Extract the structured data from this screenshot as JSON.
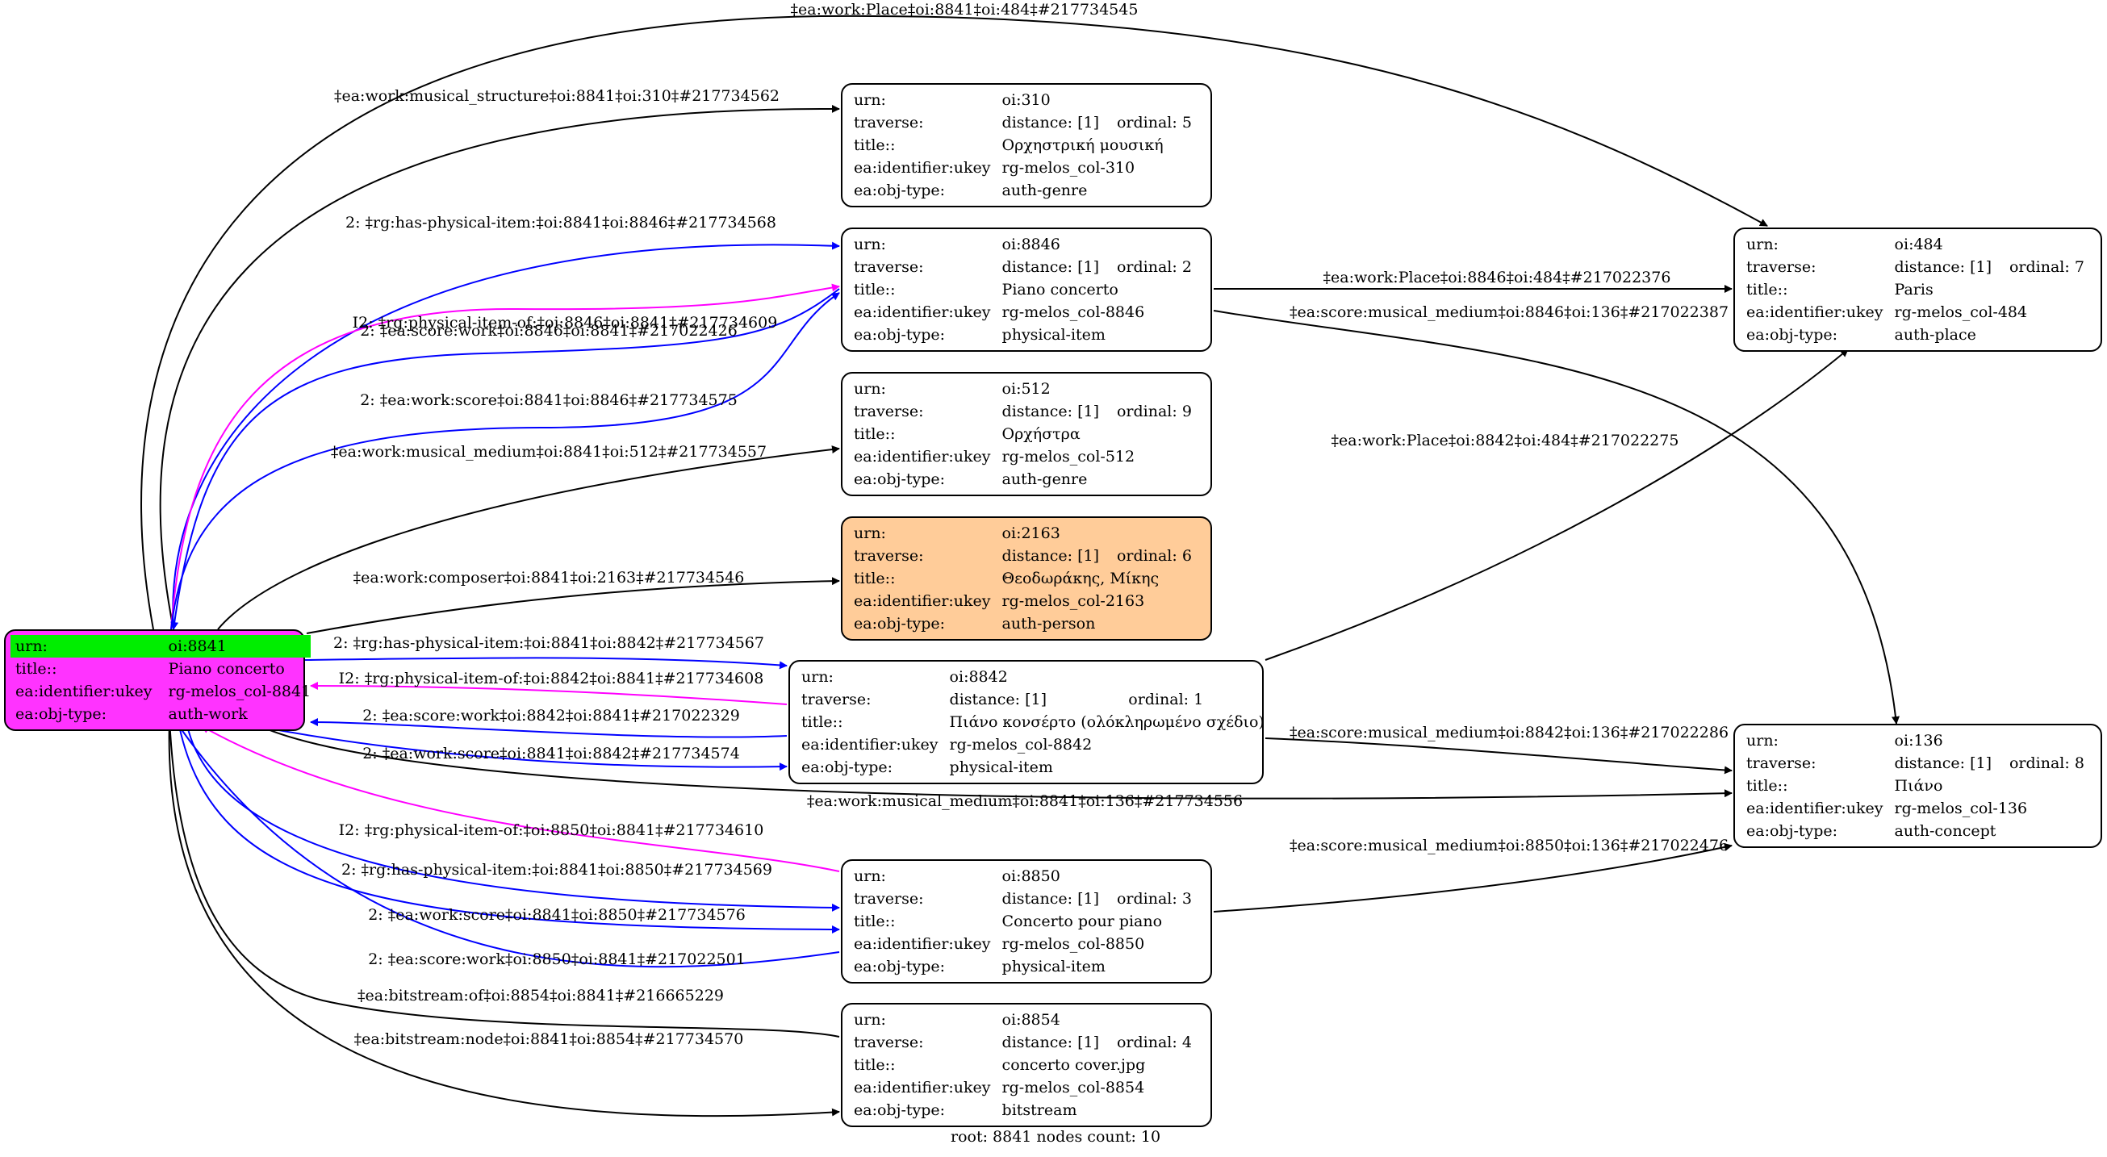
{
  "root": {
    "id": "oi:8841",
    "rows": [
      {
        "key": "urn:",
        "value": "oi:8841"
      },
      {
        "key": "title::",
        "value": "Piano concerto"
      },
      {
        "key": "ea:identifier:ukey",
        "value": "rg-melos_col-8841"
      },
      {
        "key": "ea:obj-type:",
        "value": "auth-work"
      }
    ],
    "fill": "#ff33ff",
    "highlight": "#00ee00"
  },
  "nodes": [
    {
      "id": "oi:310",
      "urn": "oi:310",
      "distance": "distance: [1]",
      "ordinal": "ordinal: 5",
      "title": "Ορχηστρική μουσική",
      "ukey": "rg-melos_col-310",
      "obj_type": "auth-genre"
    },
    {
      "id": "oi:8846",
      "urn": "oi:8846",
      "distance": "distance: [1]",
      "ordinal": "ordinal: 2",
      "title": "Piano concerto",
      "ukey": "rg-melos_col-8846",
      "obj_type": "physical-item"
    },
    {
      "id": "oi:512",
      "urn": "oi:512",
      "distance": "distance: [1]",
      "ordinal": "ordinal: 9",
      "title": "Ορχήστρα",
      "ukey": "rg-melos_col-512",
      "obj_type": "auth-genre"
    },
    {
      "id": "oi:2163",
      "urn": "oi:2163",
      "distance": "distance: [1]",
      "ordinal": "ordinal: 6",
      "title": "Θεοδωράκης, Μίκης",
      "ukey": "rg-melos_col-2163",
      "obj_type": "auth-person",
      "fill": "#ffcc99"
    },
    {
      "id": "oi:8842",
      "urn": "oi:8842",
      "distance": "distance: [1]",
      "ordinal": "ordinal: 1",
      "title": "Πιάνο κονσέρτο (ολόκληρωμένο σχέδιο)",
      "ukey": "rg-melos_col-8842",
      "obj_type": "physical-item"
    },
    {
      "id": "oi:8850",
      "urn": "oi:8850",
      "distance": "distance: [1]",
      "ordinal": "ordinal: 3",
      "title": "Concerto pour piano",
      "ukey": "rg-melos_col-8850",
      "obj_type": "physical-item"
    },
    {
      "id": "oi:8854",
      "urn": "oi:8854",
      "distance": "distance: [1]",
      "ordinal": "ordinal: 4",
      "title": "concerto cover.jpg",
      "ukey": "rg-melos_col-8854",
      "obj_type": "bitstream"
    },
    {
      "id": "oi:484",
      "urn": "oi:484",
      "distance": "distance: [1]",
      "ordinal": "ordinal: 7",
      "title": "Paris",
      "ukey": "rg-melos_col-484",
      "obj_type": "auth-place"
    },
    {
      "id": "oi:136",
      "urn": "oi:136",
      "distance": "distance: [1]",
      "ordinal": "ordinal: 8",
      "title": "Πιάνο",
      "ukey": "rg-melos_col-136",
      "obj_type": "auth-concept"
    }
  ],
  "row_labels": {
    "urn": "urn:",
    "traverse": "traverse:",
    "title": "title::",
    "ukey": "ea:identifier:ukey",
    "obj_type": "ea:obj-type:"
  },
  "edges": [
    {
      "label": "‡ea:work:Place‡oi:8841‡oi:484‡#217734545",
      "color": "#000000"
    },
    {
      "label": "‡ea:work:musical_structure‡oi:8841‡oi:310‡#217734562",
      "color": "#000000"
    },
    {
      "label": "2: ‡rg:has-physical-item:‡oi:8841‡oi:8846‡#217734568",
      "color": "#0000ff"
    },
    {
      "label": "I2: ‡rg:physical-item-of:‡oi:8846‡oi:8841‡#217734609",
      "color": "#ff00ff"
    },
    {
      "label": "2: ‡ea:score:work‡oi:8846‡oi:8841‡#217022426",
      "color": "#0000ff"
    },
    {
      "label": "2: ‡ea:work:score‡oi:8841‡oi:8846‡#217734575",
      "color": "#0000ff"
    },
    {
      "label": "‡ea:work:musical_medium‡oi:8841‡oi:512‡#217734557",
      "color": "#000000"
    },
    {
      "label": "‡ea:work:composer‡oi:8841‡oi:2163‡#217734546",
      "color": "#000000"
    },
    {
      "label": "2: ‡rg:has-physical-item:‡oi:8841‡oi:8842‡#217734567",
      "color": "#0000ff"
    },
    {
      "label": "I2: ‡rg:physical-item-of:‡oi:8842‡oi:8841‡#217734608",
      "color": "#ff00ff"
    },
    {
      "label": "2: ‡ea:score:work‡oi:8842‡oi:8841‡#217022329",
      "color": "#0000ff"
    },
    {
      "label": "2: ‡ea:work:score‡oi:8841‡oi:8842‡#217734574",
      "color": "#0000ff"
    },
    {
      "label": "‡ea:work:musical_medium‡oi:8841‡oi:136‡#217734556",
      "color": "#000000"
    },
    {
      "label": "I2: ‡rg:physical-item-of:‡oi:8850‡oi:8841‡#217734610",
      "color": "#ff00ff"
    },
    {
      "label": "2: ‡rg:has-physical-item:‡oi:8841‡oi:8850‡#217734569",
      "color": "#0000ff"
    },
    {
      "label": "2: ‡ea:work:score‡oi:8841‡oi:8850‡#217734576",
      "color": "#0000ff"
    },
    {
      "label": "2: ‡ea:score:work‡oi:8850‡oi:8841‡#217022501",
      "color": "#0000ff"
    },
    {
      "label": "‡ea:bitstream:of‡oi:8854‡oi:8841‡#216665229",
      "color": "#000000"
    },
    {
      "label": "‡ea:bitstream:node‡oi:8841‡oi:8854‡#217734570",
      "color": "#000000"
    },
    {
      "label": "‡ea:work:Place‡oi:8846‡oi:484‡#217022376",
      "color": "#000000"
    },
    {
      "label": "‡ea:score:musical_medium‡oi:8846‡oi:136‡#217022387",
      "color": "#000000"
    },
    {
      "label": "‡ea:work:Place‡oi:8842‡oi:484‡#217022275",
      "color": "#000000"
    },
    {
      "label": "‡ea:score:musical_medium‡oi:8842‡oi:136‡#217022286",
      "color": "#000000"
    },
    {
      "label": "‡ea:score:musical_medium‡oi:8850‡oi:136‡#217022476",
      "color": "#000000"
    }
  ],
  "footer": "root: 8841 nodes count: 10"
}
